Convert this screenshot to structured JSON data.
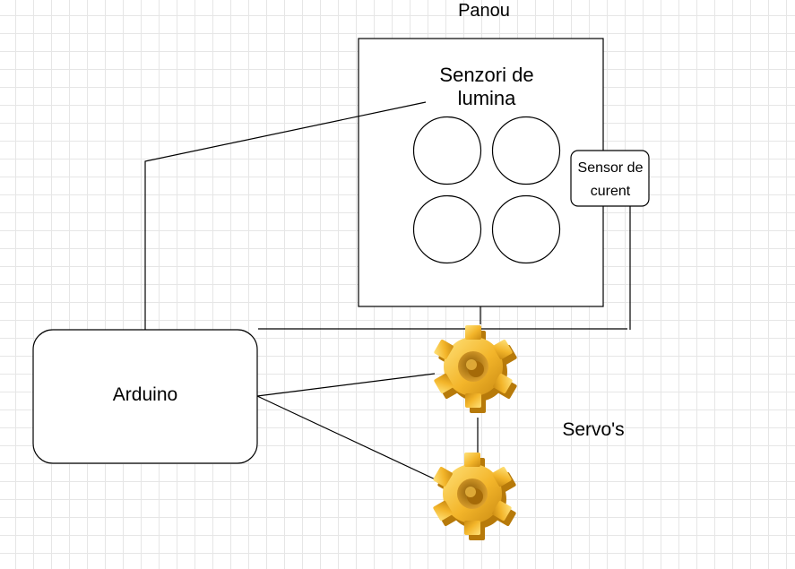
{
  "labels": {
    "panou": "Panou",
    "senzori": "Senzori de lumina",
    "sensor_curent": "Sensor de curent",
    "arduino": "Arduino",
    "servos": "Servo's"
  },
  "colors": {
    "stroke": "#000000",
    "gear_light": "#ffe27a",
    "gear_mid": "#f3b52a",
    "gear_dark": "#b77a0a",
    "grid": "#e6e6e6"
  },
  "icons": [
    "light-sensor-icon",
    "gear-icon"
  ]
}
